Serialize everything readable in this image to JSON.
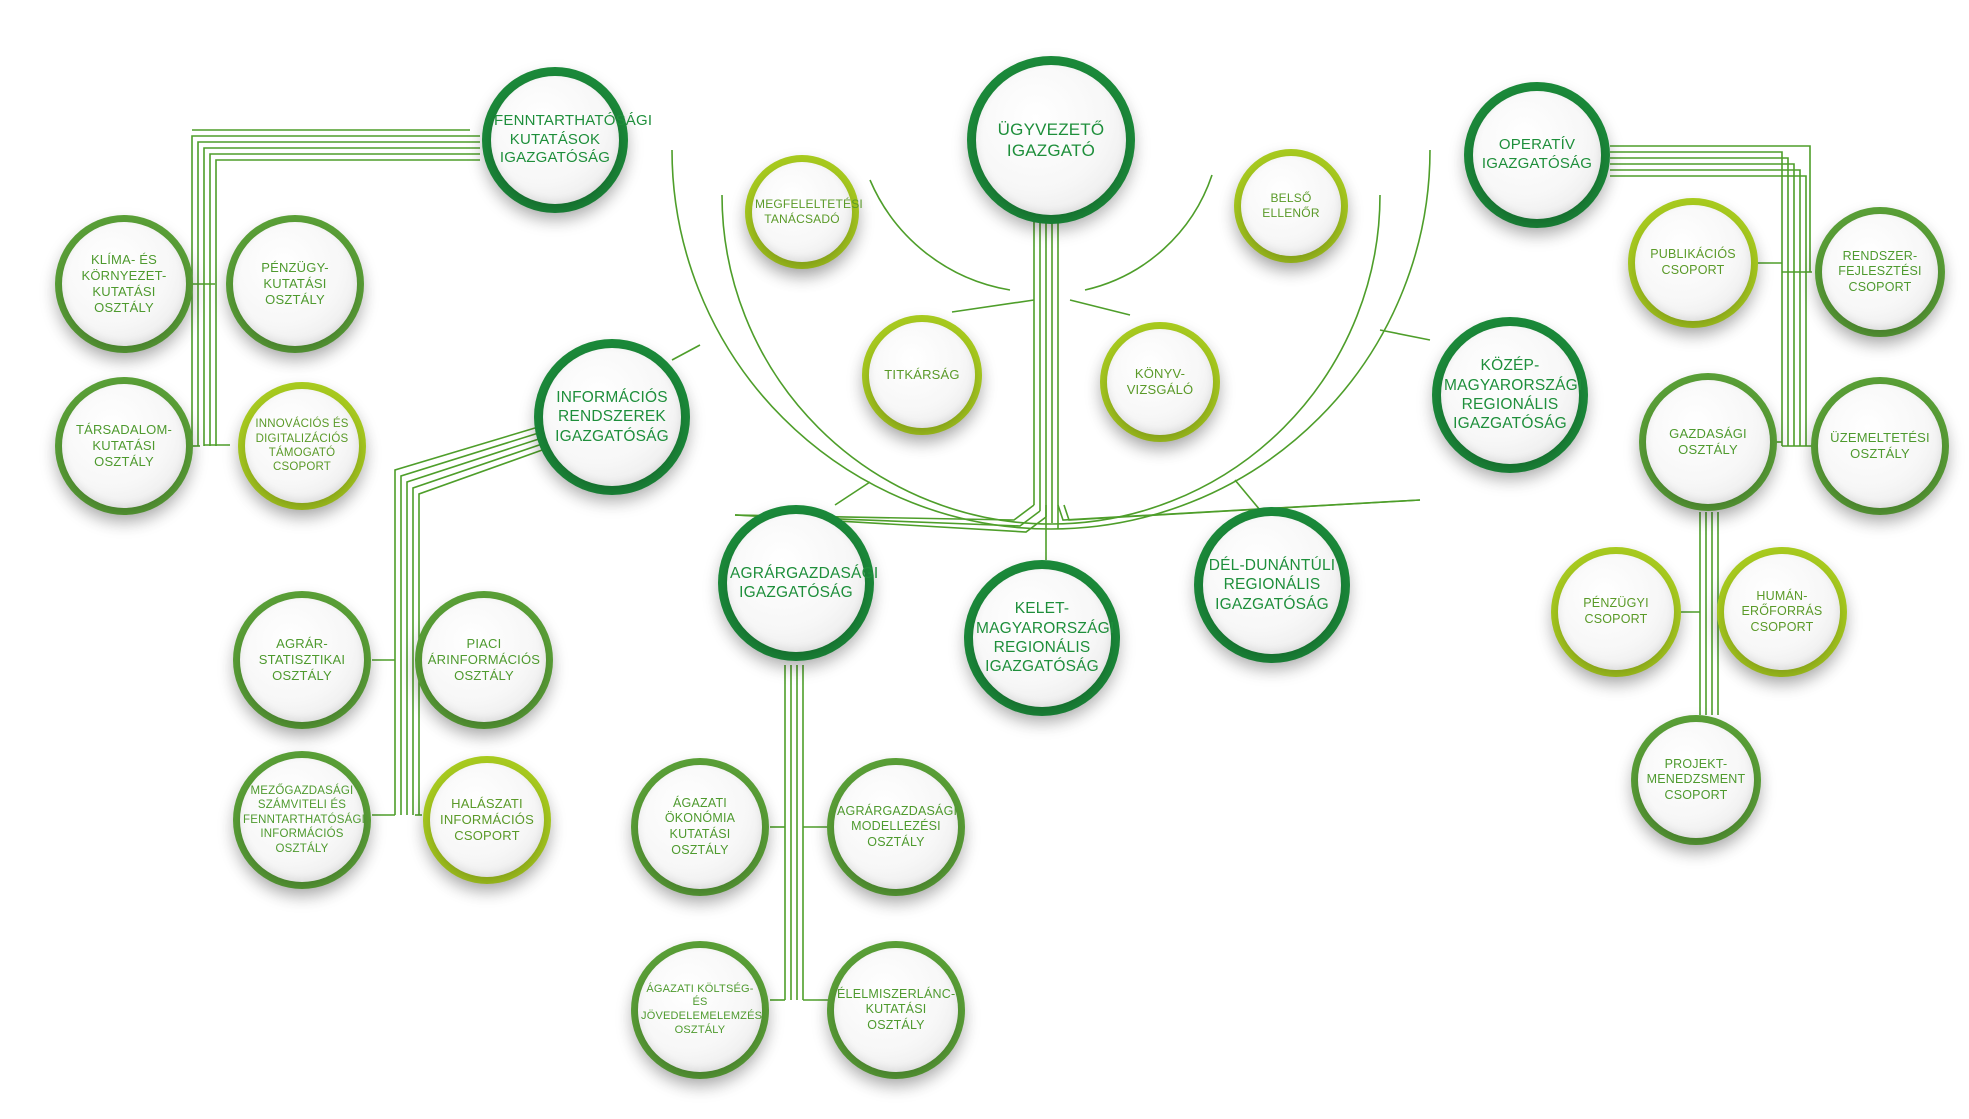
{
  "colors": {
    "dark_ring": "#1b8a3a",
    "mid_ring": "#5aa037",
    "light_ring": "#a9cc1f",
    "connector": "#4e9e2a"
  },
  "nodes": [
    {
      "id": "ceo",
      "label": "ÜGYVEZETŐ\nIGAZGATÓ",
      "tier": "dark"
    },
    {
      "id": "sustainability",
      "label": "FENNTARTHATÓSÁGI\nKUTATÁSOK\nIGAZGATÓSÁG",
      "tier": "dark"
    },
    {
      "id": "operative",
      "label": "OPERATÍV\nIGAZGATÓSÁG",
      "tier": "dark"
    },
    {
      "id": "compliance",
      "label": "MEGFELELTETÉSI\nTANÁCSADÓ",
      "tier": "light"
    },
    {
      "id": "internal_audit",
      "label": "BELSŐ\nELLENŐR",
      "tier": "light"
    },
    {
      "id": "secretariat",
      "label": "TITKÁRSÁG",
      "tier": "light"
    },
    {
      "id": "auditor",
      "label": "KÖNYV-\nVIZSGÁLÓ",
      "tier": "light"
    },
    {
      "id": "info_systems",
      "label": "INFORMÁCIÓS\nRENDSZEREK\nIGAZGATÓSÁG",
      "tier": "dark"
    },
    {
      "id": "central_hu",
      "label": "KÖZÉP-\nMAGYARORSZÁGI\nREGIONÁLIS\nIGAZGATÓSÁG",
      "tier": "dark"
    },
    {
      "id": "agri_econ",
      "label": "AGRÁRGAZDASÁGI\nIGAZGATÓSÁG",
      "tier": "dark"
    },
    {
      "id": "east_hu",
      "label": "KELET-\nMAGYARORSZÁGI\nREGIONÁLIS\nIGAZGATÓSÁG",
      "tier": "dark"
    },
    {
      "id": "south_transdanubia",
      "label": "DÉL-DUNÁNTÚLI\nREGIONÁLIS\nIGAZGATÓSÁG",
      "tier": "dark"
    },
    {
      "id": "climate",
      "label": "KLÍMA- ÉS\nKÖRNYEZET-\nKUTATÁSI\nOSZTÁLY",
      "tier": "mid"
    },
    {
      "id": "finance_research",
      "label": "PÉNZÜGY-\nKUTATÁSI\nOSZTÁLY",
      "tier": "mid"
    },
    {
      "id": "social_research",
      "label": "TÁRSADALOM-\nKUTATÁSI\nOSZTÁLY",
      "tier": "mid"
    },
    {
      "id": "innovation",
      "label": "INNOVÁCIÓS ÉS\nDIGITALIZÁCIÓS\nTÁMOGATÓ\nCSOPORT",
      "tier": "light"
    },
    {
      "id": "publications",
      "label": "PUBLIKÁCIÓS\nCSOPORT",
      "tier": "light"
    },
    {
      "id": "sysdev",
      "label": "RENDSZER-\nFEJLESZTÉSI\nCSOPORT",
      "tier": "mid"
    },
    {
      "id": "economic",
      "label": "GAZDASÁGI\nOSZTÁLY",
      "tier": "mid"
    },
    {
      "id": "operations",
      "label": "ÜZEMELTETÉSI\nOSZTÁLY",
      "tier": "mid"
    },
    {
      "id": "finance_group",
      "label": "PÉNZÜGYI\nCSOPORT",
      "tier": "light"
    },
    {
      "id": "hr",
      "label": "HUMÁN-\nERŐFORRÁS\nCSOPORT",
      "tier": "light"
    },
    {
      "id": "pm",
      "label": "PROJEKT-\nMENEDZSMENT\nCSOPORT",
      "tier": "mid"
    },
    {
      "id": "agri_stat",
      "label": "AGRÁR-\nSTATISZTIKAI\nOSZTÁLY",
      "tier": "mid"
    },
    {
      "id": "market_price",
      "label": "PIACI\nÁRINFORMÁCIÓS\nOSZTÁLY",
      "tier": "mid"
    },
    {
      "id": "farm_accounting",
      "label": "MEZŐGAZDASÁGI\nSZÁMVITELI ÉS\nFENNTARTHATÓSÁGI\nINFORMÁCIÓS\nOSZTÁLY",
      "tier": "mid"
    },
    {
      "id": "fishery",
      "label": "HALÁSZATI\nINFORMÁCIÓS\nCSOPORT",
      "tier": "light"
    },
    {
      "id": "sector_econ",
      "label": "ÁGAZATI\nÖKONÓMIA\nKUTATÁSI\nOSZTÁLY",
      "tier": "mid"
    },
    {
      "id": "agri_modelling",
      "label": "AGRÁRGAZDASÁGI\nMODELLEZÉSI\nOSZTÁLY",
      "tier": "mid"
    },
    {
      "id": "cost_income",
      "label": "ÁGAZATI KÖLTSÉG- ÉS\nJÖVEDELEMELEMZÉSI\nOSZTÁLY",
      "tier": "mid"
    },
    {
      "id": "food_chain",
      "label": "ÉLELMISZERLÁNC-\nKUTATÁSI\nOSZTÁLY",
      "tier": "mid"
    }
  ]
}
